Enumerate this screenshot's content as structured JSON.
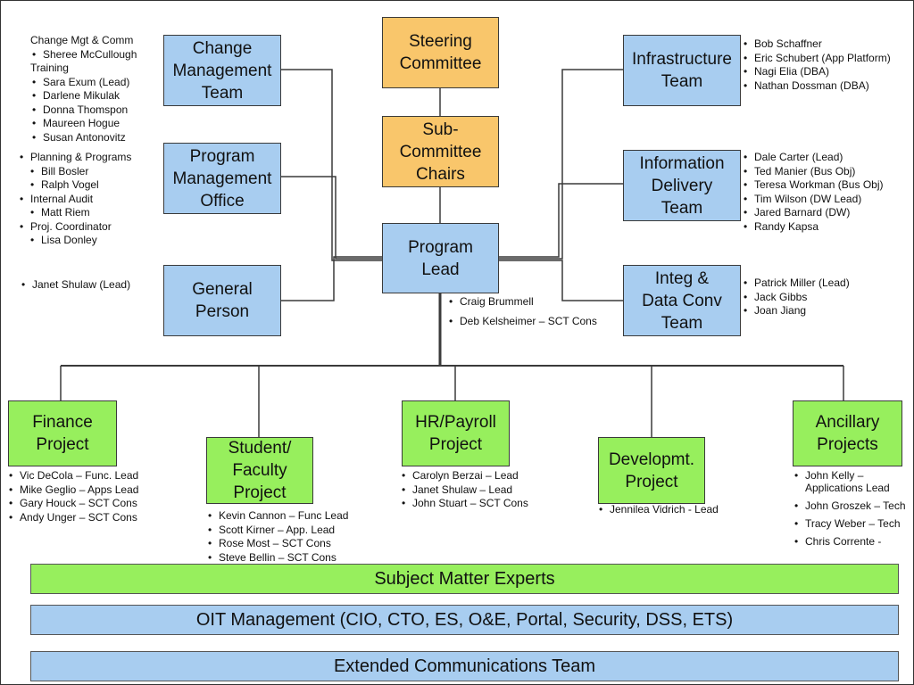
{
  "boxes": {
    "steering": "Steering\nCommittee",
    "subcommittee": "Sub-\nCommittee\nChairs",
    "program_lead": "Program\nLead",
    "change_mgmt": "Change\nManagement\nTeam",
    "pmo": "Program\nManagement\nOffice",
    "general_person": "General\nPerson",
    "infrastructure": "Infrastructure\nTeam",
    "info_delivery": "Information\nDelivery\nTeam",
    "integ": "Integ &\nData Conv\nTeam",
    "finance": "Finance\nProject",
    "student": "Student/\nFaculty\nProject",
    "hr": "HR/Payroll\nProject",
    "develop": "Developmt.\nProject",
    "ancillary": "Ancillary\nProjects"
  },
  "bars": {
    "sme": "Subject Matter Experts",
    "oit": "OIT Management (CIO, CTO, ES, O&E, Portal, Security, DSS, ETS)",
    "ect": "Extended Communications Team"
  },
  "lists": {
    "change_mgmt": {
      "header": "Change Mgt & Comm",
      "items": [
        "Sheree McCullough",
        "Sara Exum (Lead)",
        "Darlene Mikulak",
        "Donna Thomspon",
        "Maureen Hogue",
        "Susan Antonovitz"
      ],
      "training": "Training"
    },
    "pmo": {
      "planning": "Planning & Programs",
      "planning_members": [
        "Bill Bosler",
        "Ralph Vogel"
      ],
      "audit": "Internal Audit",
      "audit_members": [
        "Matt Riem"
      ],
      "coordinator": "Proj. Coordinator",
      "coordinator_members": [
        "Lisa Donley"
      ]
    },
    "general_person": [
      "Janet Shulaw (Lead)"
    ],
    "program_lead": [
      "Craig Brummell",
      "Deb Kelsheimer – SCT Cons"
    ],
    "infrastructure": [
      "Bob Schaffner",
      "Eric Schubert (App Platform)",
      "Nagi Elia (DBA)",
      "Nathan Dossman (DBA)"
    ],
    "info_delivery": [
      "Dale Carter (Lead)",
      "Ted Manier (Bus Obj)",
      "Teresa Workman (Bus Obj)",
      "Tim Wilson (DW Lead)",
      "Jared Barnard (DW)",
      "Randy Kapsa"
    ],
    "integ": [
      "Patrick Miller (Lead)",
      "Jack Gibbs",
      "Joan Jiang"
    ],
    "finance": [
      "Vic DeCola – Func. Lead",
      "Mike Geglio – Apps Lead",
      "Gary Houck – SCT Cons",
      "Andy Unger – SCT Cons"
    ],
    "student": [
      "Kevin Cannon – Func Lead",
      "Scott Kirner – App. Lead",
      "Rose Most – SCT Cons",
      "Steve Bellin – SCT Cons"
    ],
    "hr": [
      "Carolyn Berzai – Lead",
      "Janet Shulaw –  Lead",
      "John Stuart – SCT Cons"
    ],
    "develop": [
      "Jennilea Vidrich - Lead"
    ],
    "ancillary": [
      "John Kelly – Applications Lead",
      "John Groszek – Tech",
      "Tracy Weber – Tech",
      "Chris Corrente -"
    ]
  },
  "colors": {
    "blue": "#a8cdf0",
    "orange": "#f9c66b",
    "green": "#97ef5d",
    "connector": "#333333"
  }
}
